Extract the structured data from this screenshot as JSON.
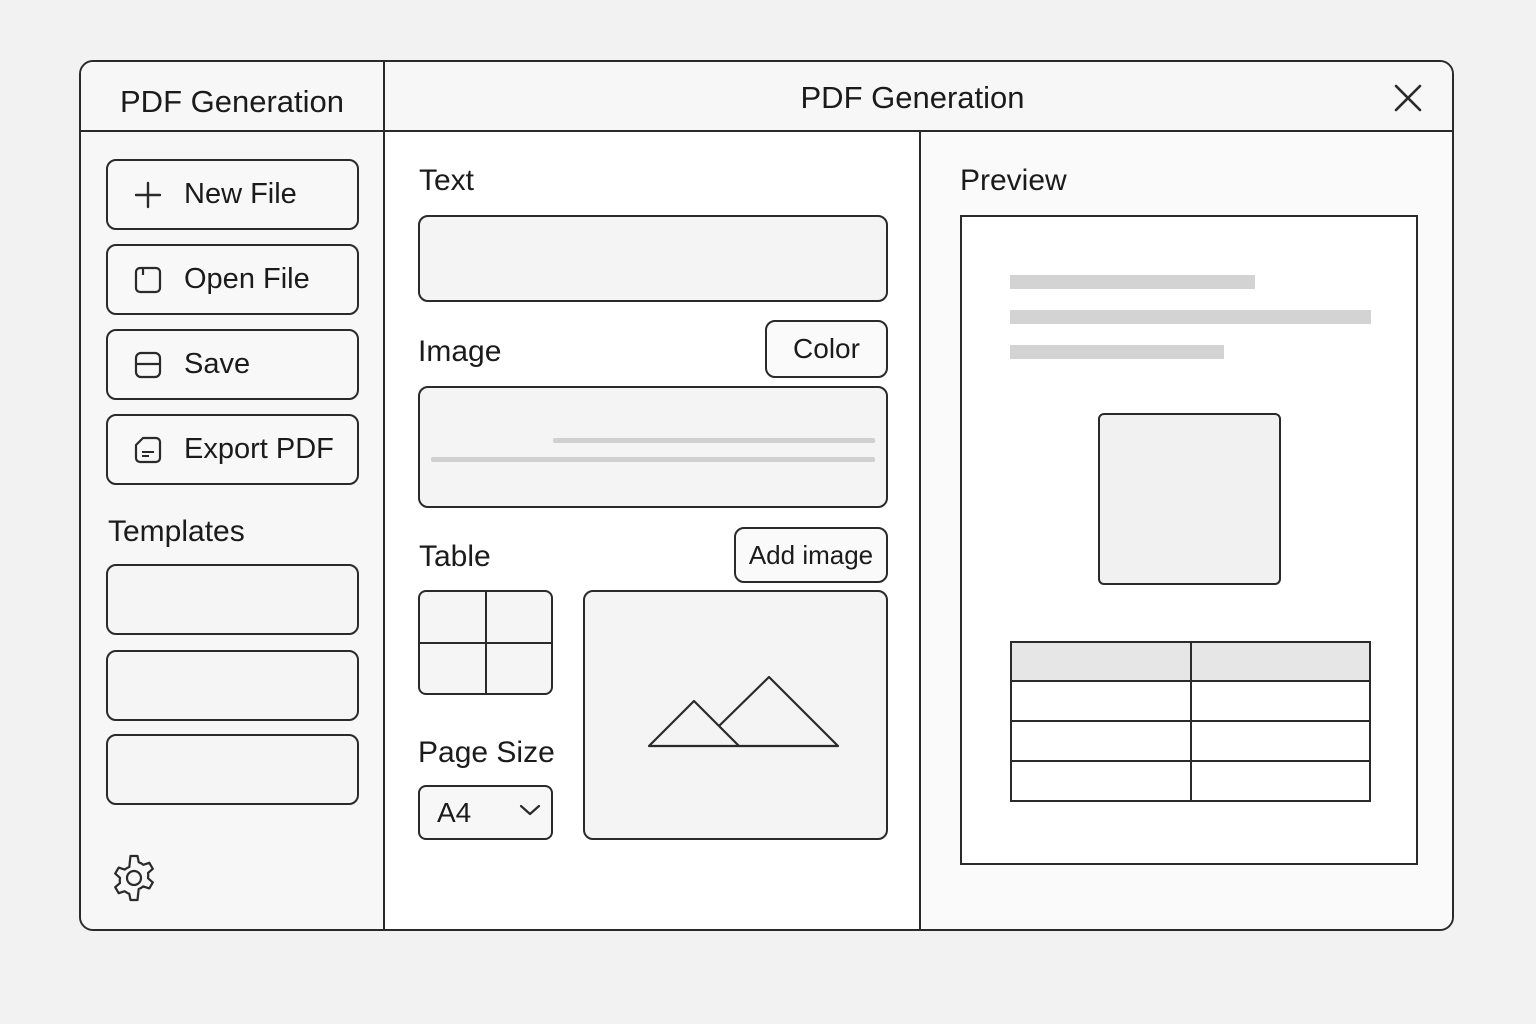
{
  "sidebar": {
    "title": "PDF Generation",
    "buttons": [
      {
        "label": "New File",
        "icon": "plus-icon"
      },
      {
        "label": "Open File",
        "icon": "folder-icon"
      },
      {
        "label": "Save",
        "icon": "save-icon"
      },
      {
        "label": "Export PDF",
        "icon": "document-icon"
      }
    ],
    "templates_label": "Templates",
    "template_slots": 3,
    "settings_icon": "gear-icon"
  },
  "header": {
    "title": "PDF Generation",
    "close_icon": "close-icon"
  },
  "editor": {
    "text_label": "Text",
    "text_value": "",
    "image_label": "Image",
    "color_button": "Color",
    "table_label": "Table",
    "add_image_button": "Add image",
    "page_size_label": "Page Size",
    "page_size_value": "A4",
    "image_placeholder_icon": "mountains-icon"
  },
  "preview": {
    "title": "Preview"
  },
  "colors": {
    "border": "#2a2a2a",
    "background": "#f2f2f2",
    "placeholder": "#d3d3d3",
    "table_header": "#e6e6e6"
  }
}
